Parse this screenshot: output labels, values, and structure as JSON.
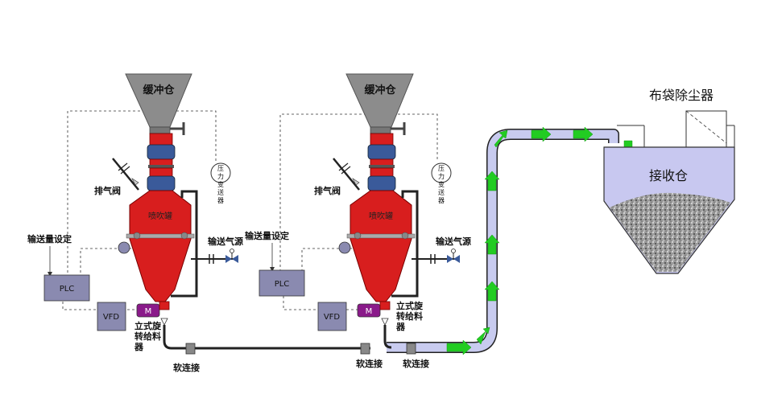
{
  "units": [
    {
      "buffer_bin": "缓冲仓",
      "tank": "喷吹罐",
      "vent_valve": "排气阀",
      "pressure_transmitter": [
        "压",
        "力",
        "变",
        "送",
        "器"
      ],
      "setpoint_label": "输送量设定",
      "air_source": "输送气源",
      "plc": "PLC",
      "vfd": "VFD",
      "motor": "M",
      "feeder": [
        "立式旋",
        "转给料",
        "器"
      ],
      "soft_joint": "软连接"
    },
    {
      "buffer_bin": "缓冲仓",
      "tank": "喷吹罐",
      "vent_valve": "排气阀",
      "pressure_transmitter": [
        "压",
        "力",
        "变",
        "送",
        "器"
      ],
      "setpoint_label": "输送量设定",
      "air_source": "输送气源",
      "plc": "PLC",
      "vfd": "VFD",
      "motor": "M",
      "feeder": [
        "立式旋",
        "转给料",
        "器"
      ],
      "soft_joint": "软连接"
    }
  ],
  "soft_joint_right": "软连接",
  "dust_collector": "布袋除尘器",
  "receiving_bin": "接收仓",
  "colors": {
    "tank": "#d81e1e",
    "hopper": "#8c8c8c",
    "valve": "#3a5a9a",
    "box": "#8a8ab0",
    "pipe": "#c8cbef",
    "arrow": "#22cc22",
    "bin": "#c8c8f0",
    "motor": "#8a1a8a"
  }
}
